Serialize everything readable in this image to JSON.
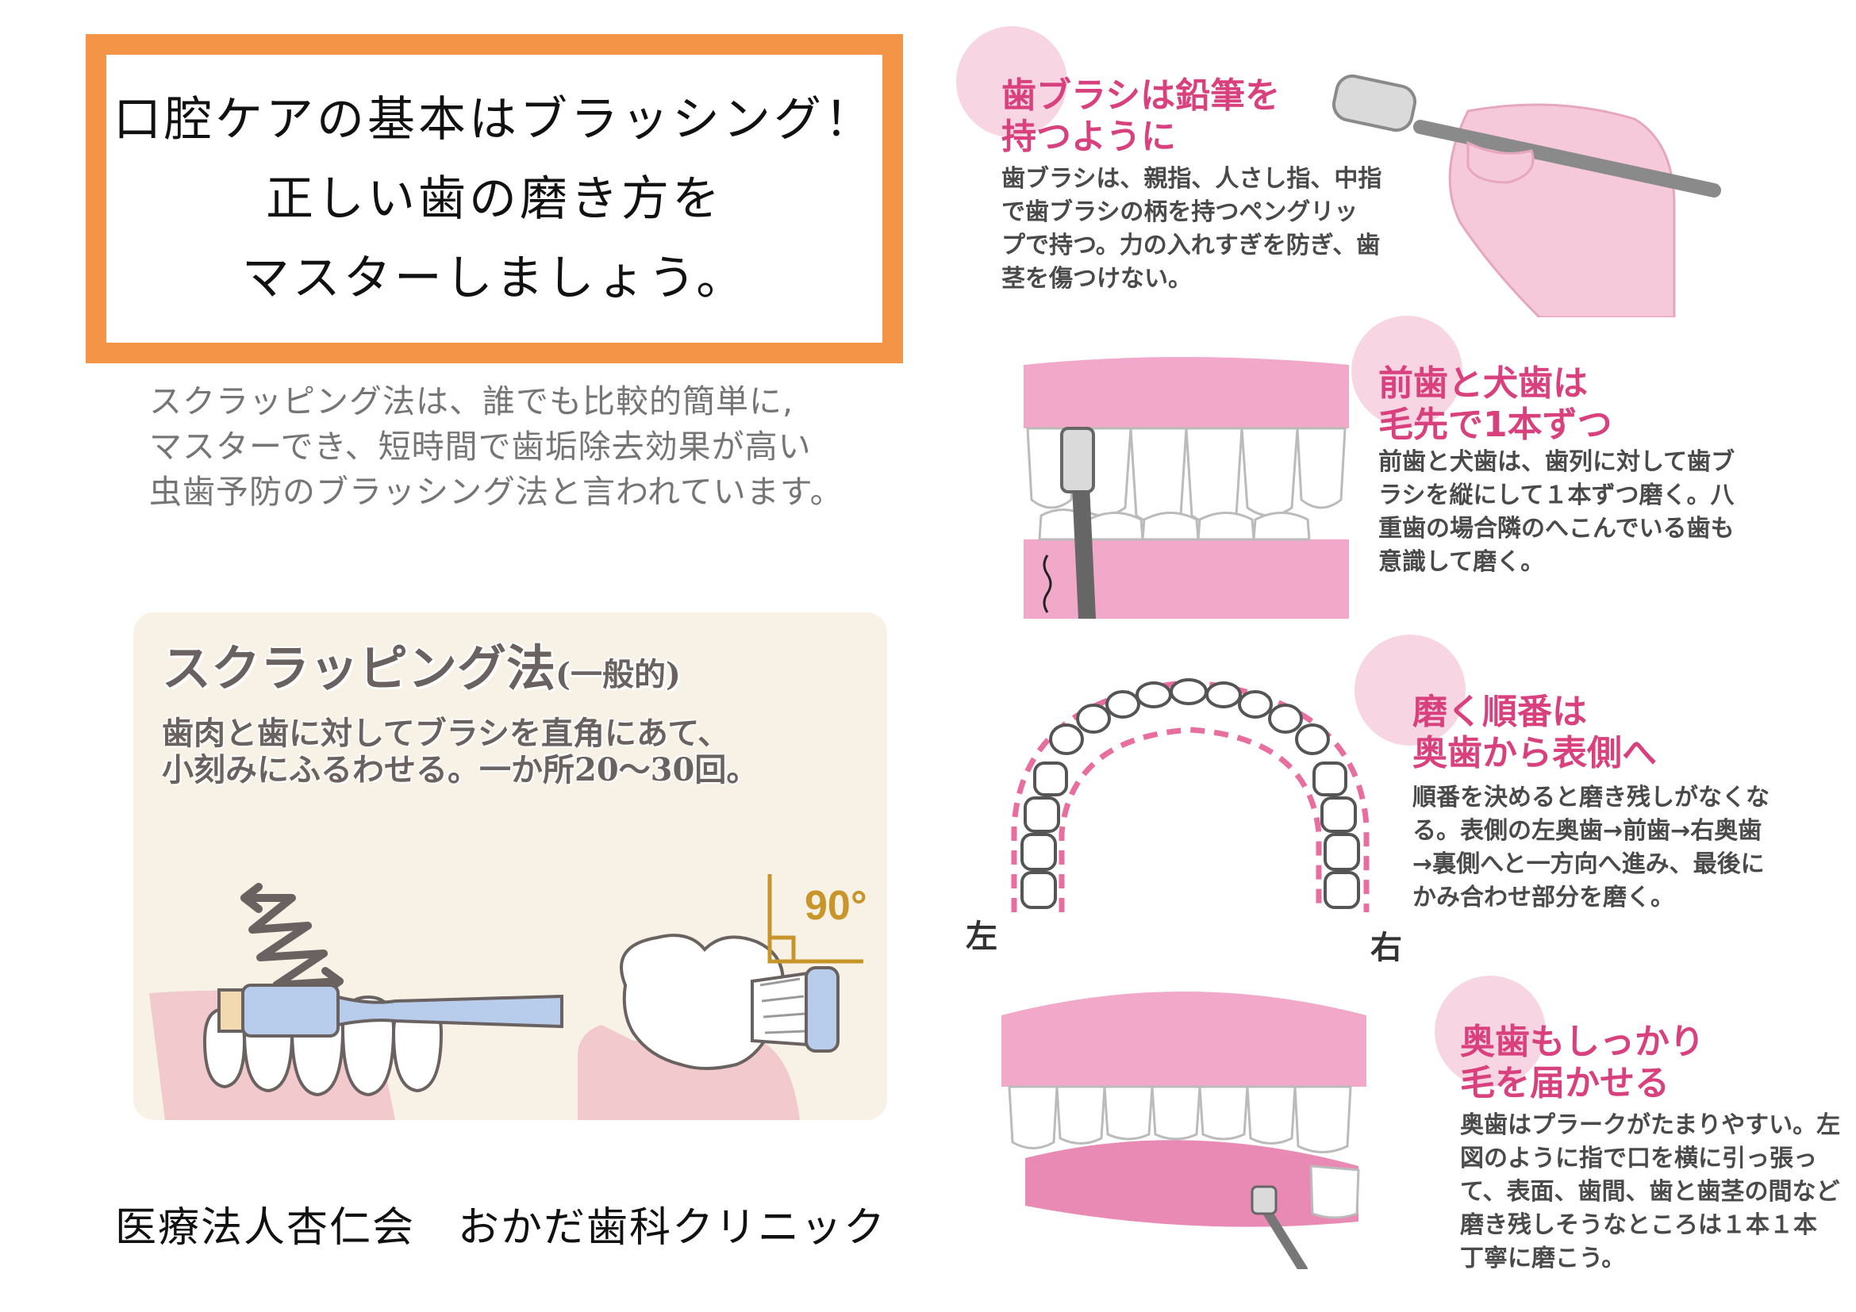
{
  "title": {
    "lines": [
      "口腔ケアの基本はブラッシング！",
      "正しい歯の磨き方を",
      "マスターしましょう。"
    ]
  },
  "intro": {
    "lines": [
      "スクラッピング法は、誰でも比較的簡単に,",
      "マスターでき、短時間で歯垢除去効果が高い",
      "虫歯予防のブラッシング法と言われています。"
    ]
  },
  "scrubbing": {
    "title_main": "スクラッピング法",
    "title_note": "(一般的)",
    "desc_lines": [
      "歯肉と歯に対してブラシを直角にあて、",
      "小刻みにふるわせる。一か所20〜30回。"
    ],
    "angle_label": "90°"
  },
  "footer": {
    "text": "医療法人杏仁会　おかだ歯科クリニック"
  },
  "sections": [
    {
      "title_lines": [
        "歯ブラシは鉛筆を",
        "持つように"
      ],
      "body_lines": [
        "歯ブラシは、親指、人さし指、中指",
        "で歯ブラシの柄を持つペングリッ",
        "プで持つ。力の入れすぎを防ぎ、歯",
        "茎を傷つけない。"
      ]
    },
    {
      "title_lines": [
        "前歯と犬歯は",
        "毛先で1本ずつ"
      ],
      "body_lines": [
        "前歯と犬歯は、歯列に対して歯ブ",
        "ラシを縦にして１本ずつ磨く。八",
        "重歯の場合隣のへこんでいる歯も",
        "意識して磨く。"
      ]
    },
    {
      "title_lines": [
        "磨く順番は",
        "奥歯から表側へ"
      ],
      "body_lines": [
        "順番を決めると磨き残しがなくな",
        "る。表側の左奥歯→前歯→右奥歯",
        "→裏側へと一方向へ進み、最後に",
        "かみ合わせ部分を磨く。"
      ],
      "label_left": "左",
      "label_right": "右"
    },
    {
      "title_lines": [
        "奥歯もしっかり",
        "毛を届かせる"
      ],
      "body_lines": [
        "奥歯はプラークがたまりやすい。左",
        "図のように指で口を横に引っ張っ",
        "て、表面、歯間、歯と歯茎の間など",
        "磨き残しそうなところは１本１本",
        "丁寧に磨こう。"
      ]
    }
  ],
  "colors": {
    "orange_frame": "#F39447",
    "pink_heading": "#D8417E",
    "pink_circle": "#F8D5E2",
    "panel_bg": "#F8F2E6"
  }
}
